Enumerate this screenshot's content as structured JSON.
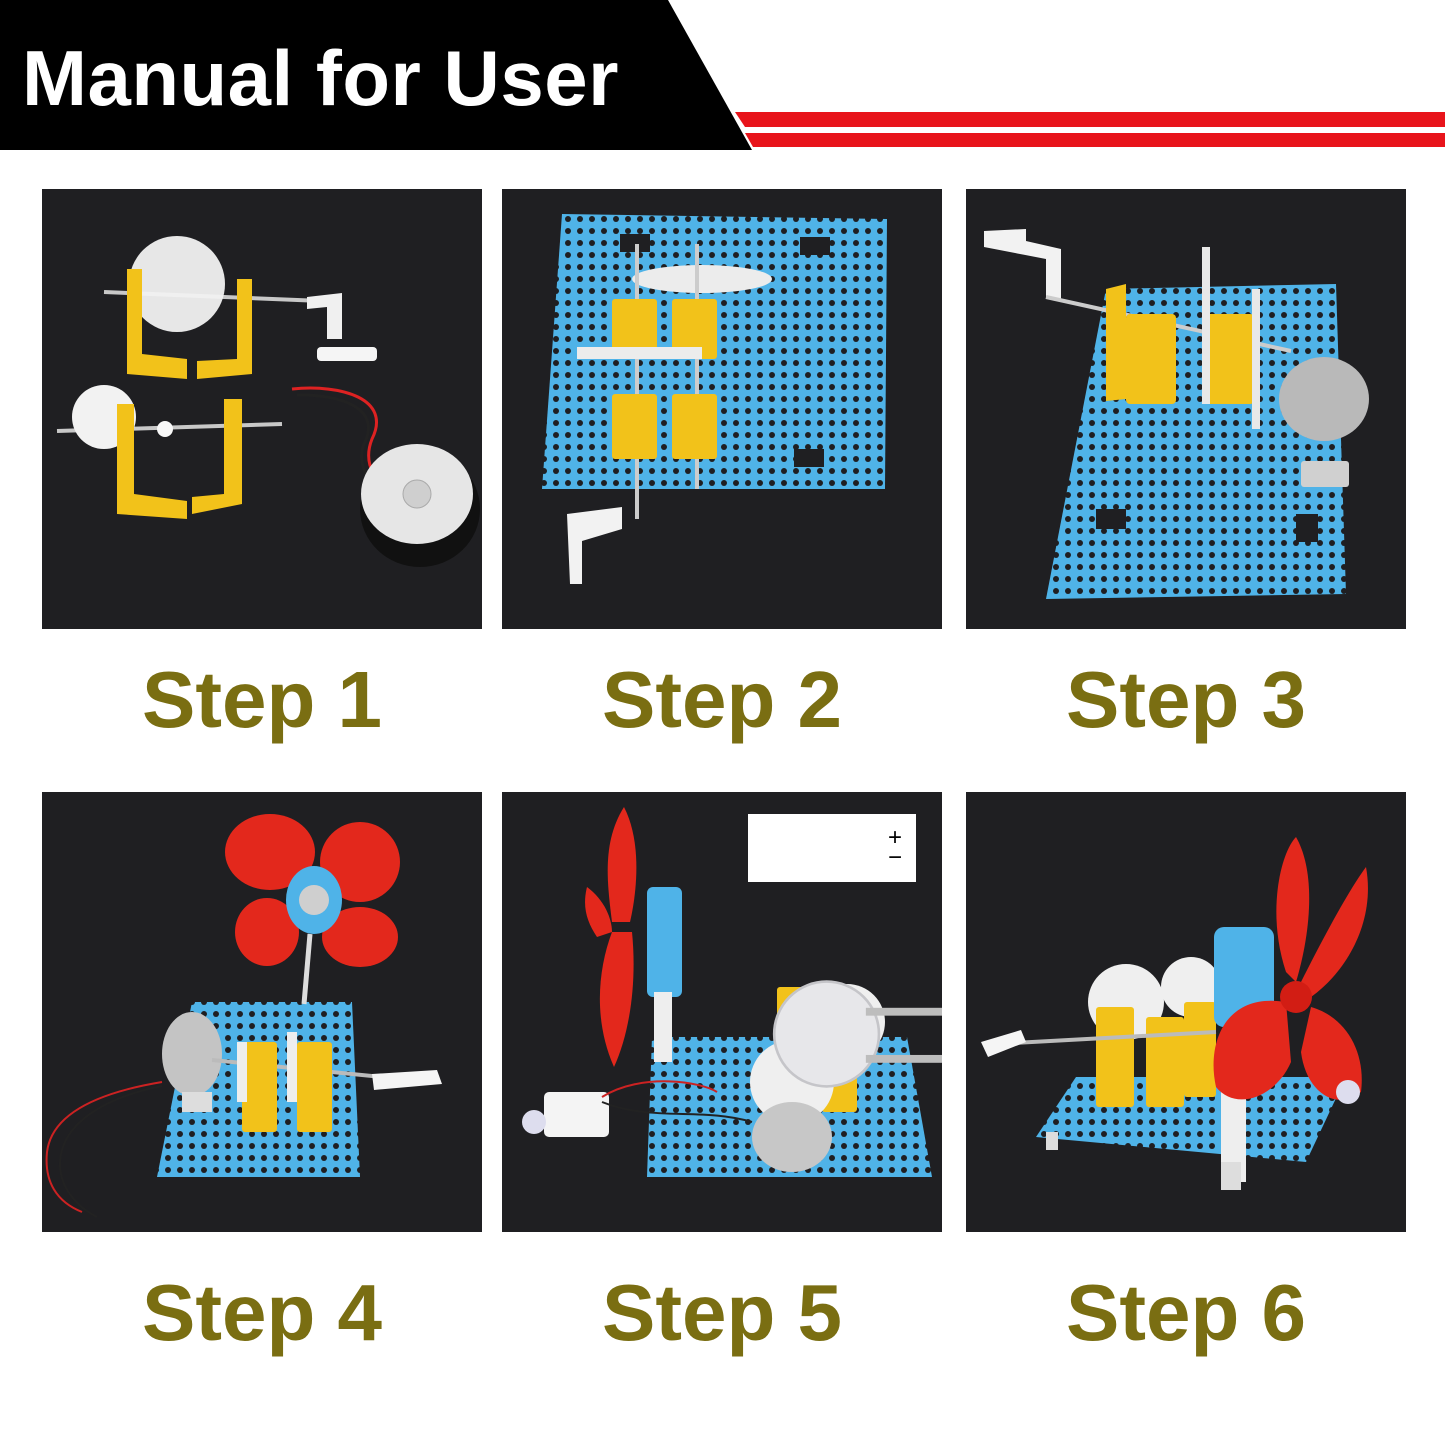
{
  "header": {
    "title": "Manual for User",
    "colors": {
      "banner": "#000000",
      "stripe": "#e8141b",
      "text": "#ffffff"
    }
  },
  "steps": [
    {
      "label": "Step 1"
    },
    {
      "label": "Step 2"
    },
    {
      "label": "Step 3"
    },
    {
      "label": "Step 4"
    },
    {
      "label": "Step 5"
    },
    {
      "label": "Step 6"
    }
  ],
  "led_legend": {
    "positive": "+",
    "negative": "−",
    "positive_color": "#e8141b",
    "negative_color": "#000000"
  },
  "colors": {
    "photo_background": "#1f1f22",
    "board": "#4fb3e8",
    "bracket": "#f2c21a",
    "gear": "#f2f2f2",
    "fan": "#e3281c",
    "label_text": "#7a6e12"
  }
}
